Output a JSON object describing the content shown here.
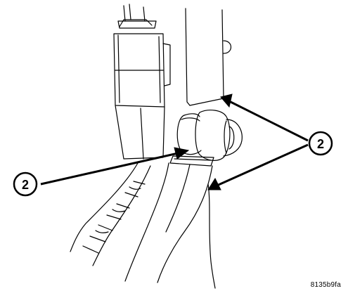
{
  "callouts": [
    {
      "label": "2"
    },
    {
      "label": "2"
    }
  ],
  "figure_code": "8135b9fa",
  "colors": {
    "line": "#000000",
    "background": "#ffffff"
  }
}
